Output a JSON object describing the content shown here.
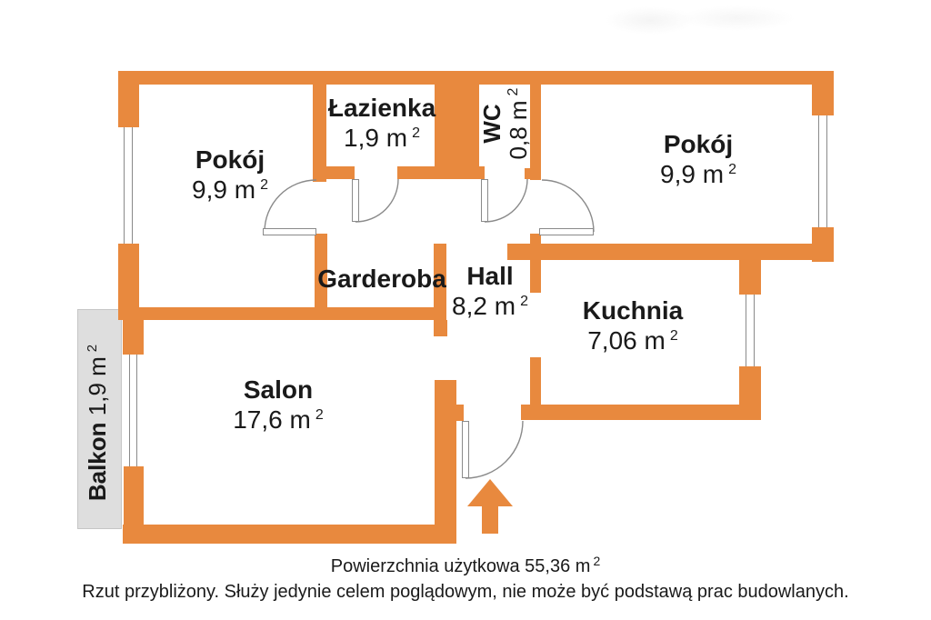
{
  "colors": {
    "wall": "#E8893E",
    "balcony": "#DEDEDE",
    "text": "#1A1A1A",
    "line": "#8A8A8A"
  },
  "rooms": [
    {
      "id": "pokoj-left",
      "name": "Pokój",
      "area": "9,9 m",
      "sup": "2"
    },
    {
      "id": "lazienka",
      "name": "Łazienka",
      "area": "1,9 m",
      "sup": "2"
    },
    {
      "id": "wc",
      "name": "WC",
      "area": "0,8 m",
      "sup": "2"
    },
    {
      "id": "pokoj-right",
      "name": "Pokój",
      "area": "9,9 m",
      "sup": "2"
    },
    {
      "id": "garderoba",
      "name": "Garderoba"
    },
    {
      "id": "hall",
      "name": "Hall",
      "area": "8,2 m",
      "sup": "2"
    },
    {
      "id": "kuchnia",
      "name": "Kuchnia",
      "area": "7,06 m",
      "sup": "2"
    },
    {
      "id": "salon",
      "name": "Salon",
      "area": "17,6 m",
      "sup": "2"
    },
    {
      "id": "balkon",
      "name": "Balkon",
      "area": "1,9 m",
      "sup": "2"
    }
  ],
  "footer": {
    "total_label": "Powierzchnia użytkowa 55,36 m",
    "total_sup": "2",
    "disclaimer": "Rzut przybliżony. Służy jedynie celem poglądowym, nie może być podstawą prac budowlanych."
  }
}
